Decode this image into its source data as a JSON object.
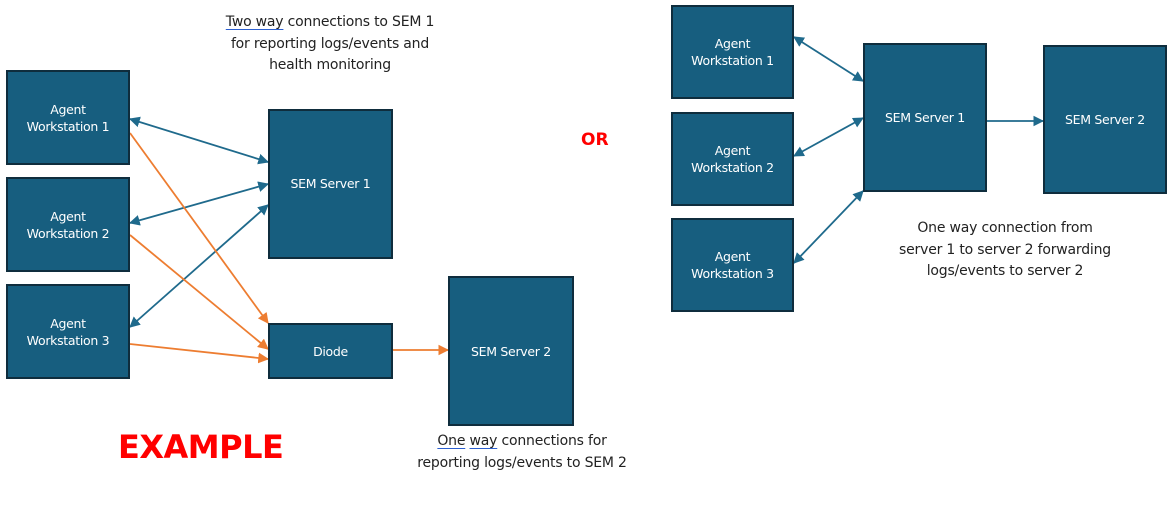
{
  "colors": {
    "box_fill": "#175e7f",
    "box_border": "#0f2d3d",
    "two_way_arrow": "#1f6a8c",
    "one_way_arrow_orange": "#ed7d31",
    "label_red": "#ff0000"
  },
  "left_diagram": {
    "nodes": {
      "ws1": "Agent\nWorkstation 1",
      "ws2": "Agent\nWorkstation 2",
      "ws3": "Agent\nWorkstation 3",
      "sem1": "SEM Server 1",
      "diode": "Diode",
      "sem2": "SEM Server 2"
    },
    "top_note": {
      "underlined": "Two way",
      "rest": " connections to SEM 1 for reporting logs/events and health monitoring"
    },
    "bottom_note": {
      "underlined_1": "One",
      "underlined_2": "way",
      "rest": " connections for reporting logs/events to SEM 2"
    },
    "label": "EXAMPLE",
    "edges": [
      {
        "from": "ws1",
        "to": "sem1",
        "type": "two-way",
        "color": "blue"
      },
      {
        "from": "ws2",
        "to": "sem1",
        "type": "two-way",
        "color": "blue"
      },
      {
        "from": "ws3",
        "to": "sem1",
        "type": "two-way",
        "color": "blue"
      },
      {
        "from": "ws1",
        "to": "diode",
        "type": "one-way",
        "color": "orange"
      },
      {
        "from": "ws2",
        "to": "diode",
        "type": "one-way",
        "color": "orange"
      },
      {
        "from": "ws3",
        "to": "diode",
        "type": "one-way",
        "color": "orange"
      },
      {
        "from": "diode",
        "to": "sem2",
        "type": "one-way",
        "color": "orange"
      }
    ]
  },
  "separator_label": "OR",
  "right_diagram": {
    "nodes": {
      "ws1": "Agent\nWorkstation 1",
      "ws2": "Agent\nWorkstation 2",
      "ws3": "Agent\nWorkstation 3",
      "sem1": "SEM Server 1",
      "sem2": "SEM Server 2"
    },
    "note": "One way connection from server 1 to server 2 forwarding logs/events to server 2",
    "edges": [
      {
        "from": "ws1",
        "to": "sem1",
        "type": "two-way",
        "color": "blue"
      },
      {
        "from": "ws2",
        "to": "sem1",
        "type": "two-way",
        "color": "blue"
      },
      {
        "from": "ws3",
        "to": "sem1",
        "type": "two-way",
        "color": "blue"
      },
      {
        "from": "sem1",
        "to": "sem2",
        "type": "one-way",
        "color": "blue"
      }
    ]
  }
}
